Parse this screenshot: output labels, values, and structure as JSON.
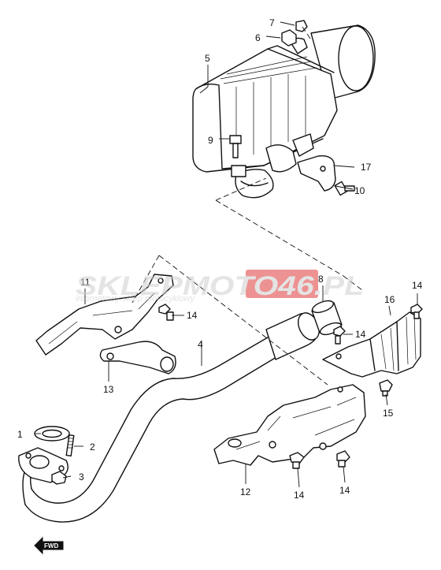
{
  "watermark": {
    "brand": "SKLEPMOTO46.PL",
    "tagline": "internetowy sklep motocyklowy",
    "color_text": "#cfcfcf",
    "color_badge": "#e03a3a"
  },
  "direction_badge": "FWD",
  "callouts": {
    "c1": "1",
    "c2": "2",
    "c3": "3",
    "c4": "4",
    "c5": "5",
    "c6": "6",
    "c7": "7",
    "c8": "8",
    "c9": "9",
    "c10": "10",
    "c11": "11",
    "c12": "12",
    "c13": "13",
    "c14a": "14",
    "c14b": "14",
    "c14c": "14",
    "c14d": "14",
    "c14e": "14",
    "c15": "15",
    "c16": "16",
    "c17": "17"
  }
}
